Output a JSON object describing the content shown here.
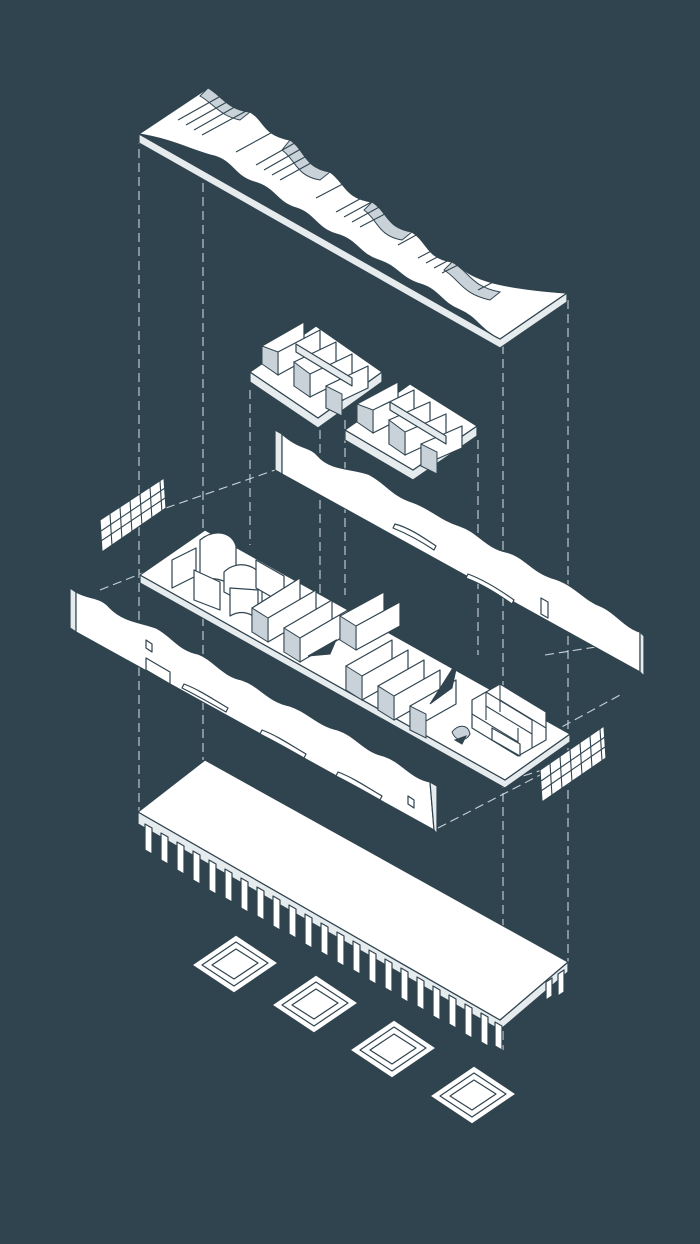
{
  "colors": {
    "background": "#30444f",
    "fill": "#ffffff",
    "line": "#30444f",
    "shade": "#c9d2d8",
    "guide": "#c9d3da"
  },
  "layers": [
    {
      "name": "roof",
      "icon": "wavy-roof-icon"
    },
    {
      "name": "upper-room-module-left",
      "icon": "partition-module-icon"
    },
    {
      "name": "upper-room-module-right",
      "icon": "partition-module-icon"
    },
    {
      "name": "rear-scalloped-wall",
      "icon": "scalloped-wall-icon"
    },
    {
      "name": "end-grid-window-left",
      "icon": "grid-window-icon"
    },
    {
      "name": "main-floor-plate",
      "icon": "floor-plan-icon"
    },
    {
      "name": "front-scalloped-wall",
      "icon": "scalloped-wall-icon"
    },
    {
      "name": "end-grid-window-right",
      "icon": "grid-window-icon"
    },
    {
      "name": "arcade-base",
      "icon": "arcade-base-icon"
    },
    {
      "name": "foundation-footings",
      "icon": "footing-icon"
    }
  ]
}
